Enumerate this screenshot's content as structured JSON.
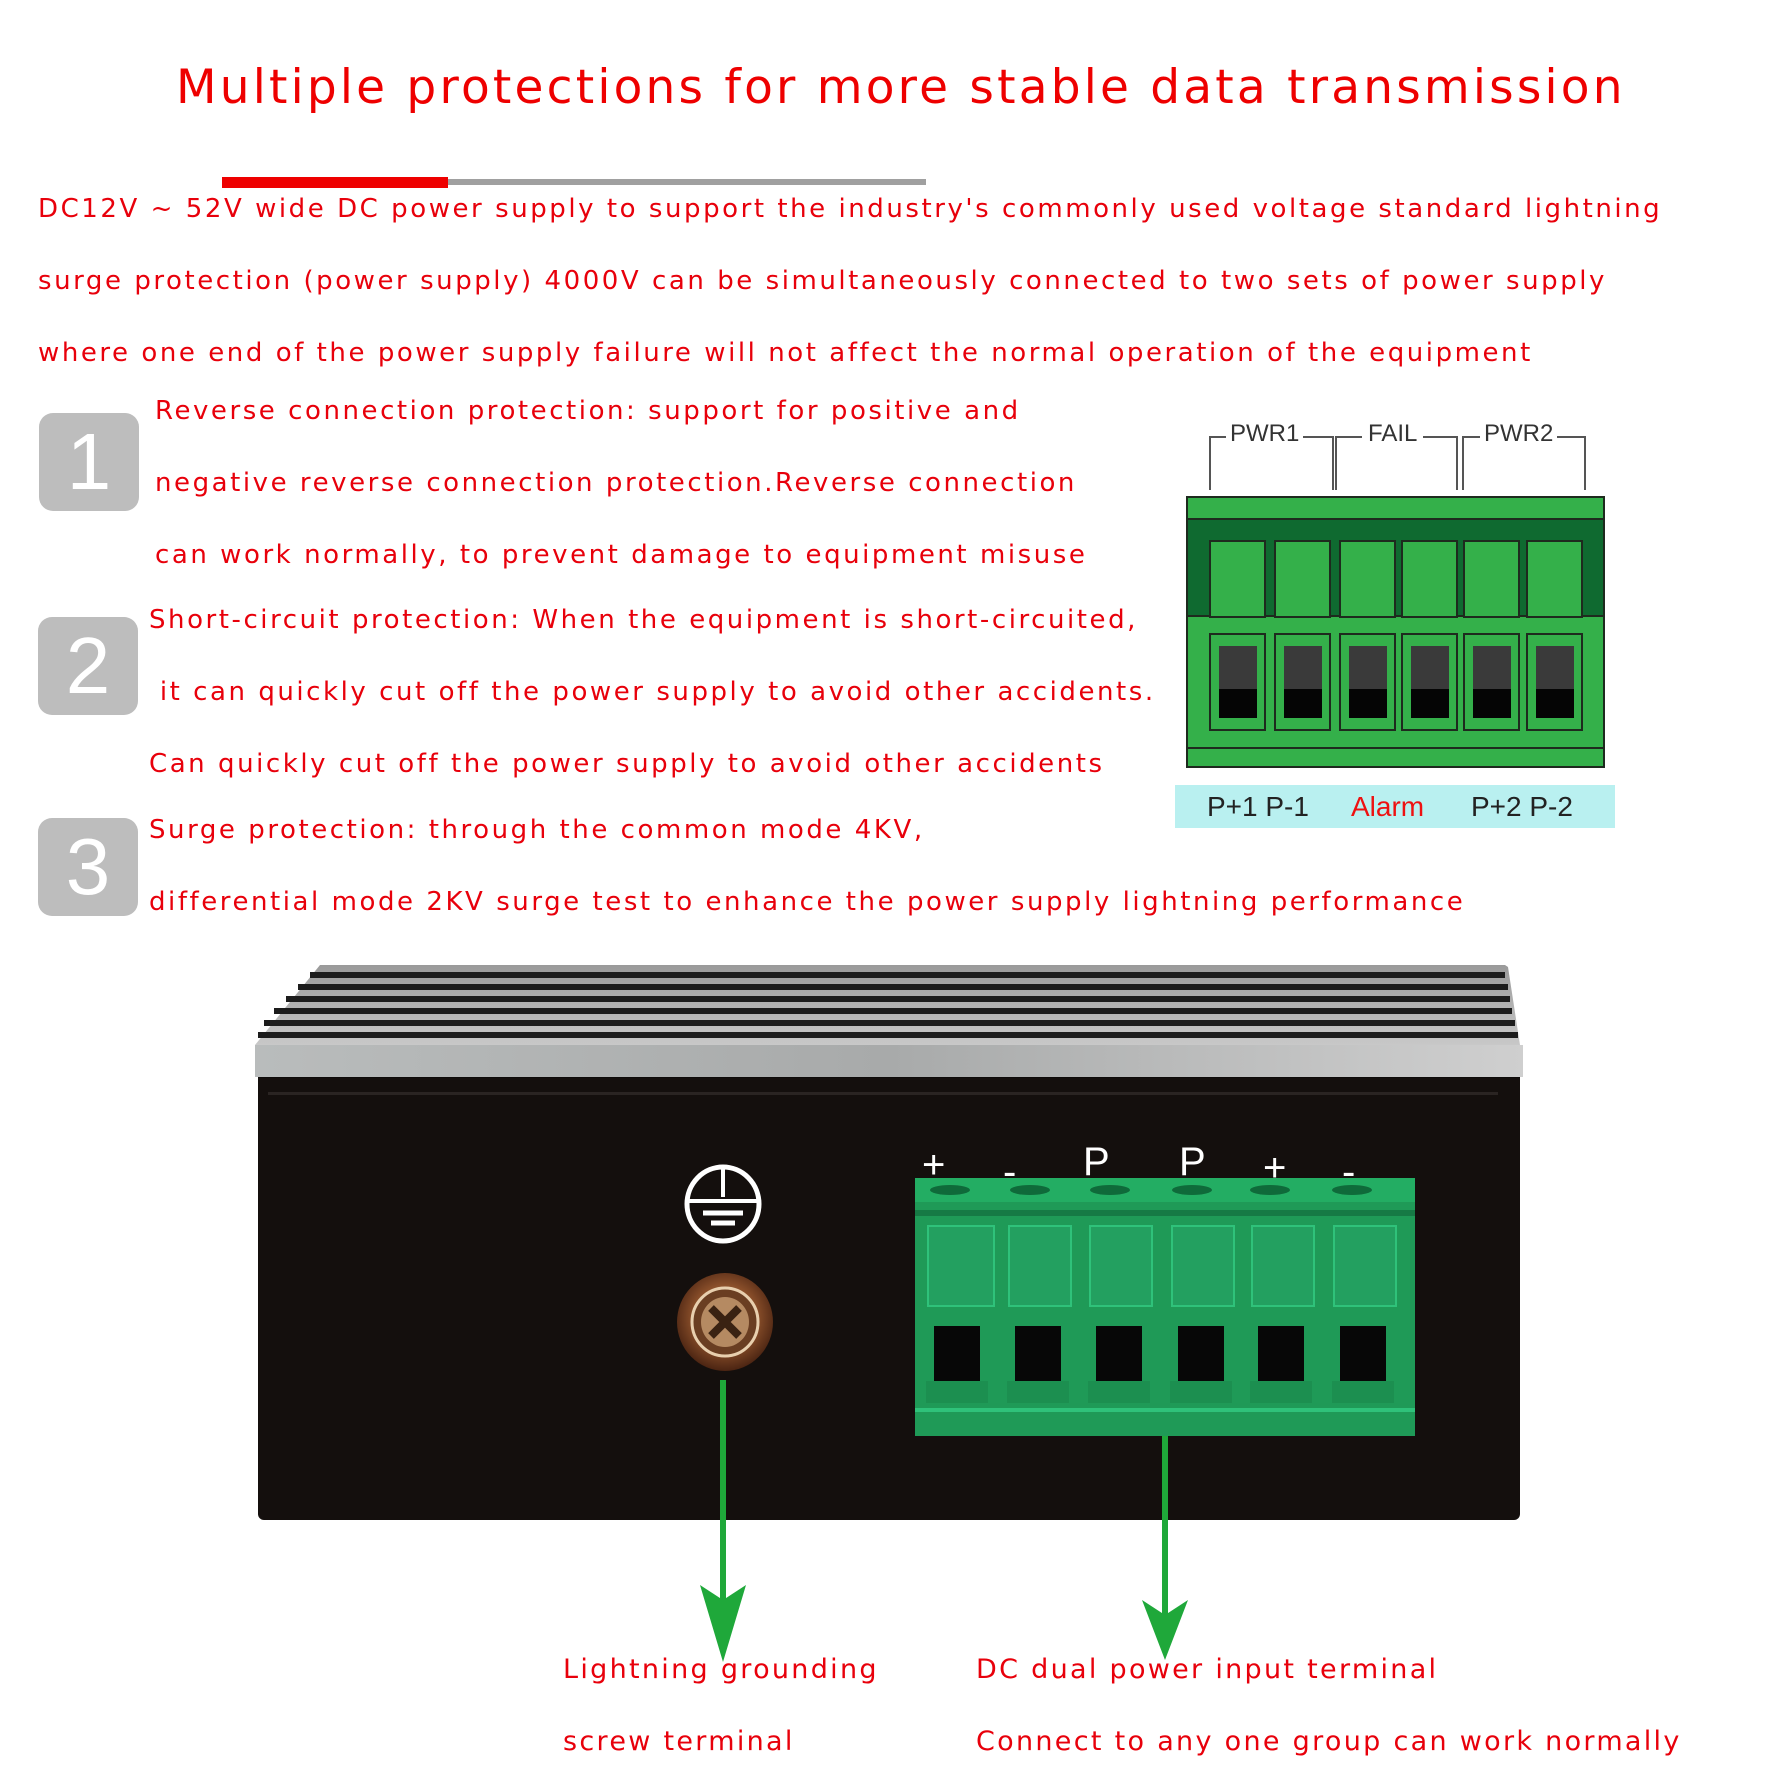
{
  "header": {
    "title": "Multiple protections for more stable data transmission",
    "accent_color": "#ee0000",
    "underline_secondary_color": "#a0a0a0"
  },
  "intro": {
    "lines": [
      "DC12V ~ 52V wide DC power supply to support the industry's commonly used voltage standard lightning",
      "surge protection (power supply) 4000V can be simultaneously connected to two sets of power supply",
      "where one end of the power supply failure will not affect the normal operation of the equipment"
    ]
  },
  "features": [
    {
      "number": "1",
      "lines": [
        "Reverse connection protection: support for positive and",
        "negative reverse connection protection.Reverse connection",
        "can work normally, to prevent damage to equipment misuse"
      ]
    },
    {
      "number": "2",
      "lines": [
        "Short-circuit protection: When the equipment is short-circuited,",
        " it can quickly cut off the power supply to avoid other accidents.",
        "Can quickly cut off the power supply to avoid other accidents"
      ]
    },
    {
      "number": "3",
      "lines": [
        "Surge protection: through the common mode 4KV,",
        "differential mode 2KV surge test to enhance the power supply lightning performance"
      ]
    }
  ],
  "terminal_diagram": {
    "groups": [
      "PWR1",
      "FAIL",
      "PWR2"
    ],
    "pin_labels": {
      "pwr1": "P+1 P-1",
      "alarm": "Alarm",
      "pwr2": "P+2 P-2"
    },
    "pin_count": 6,
    "colors": {
      "block": "#34b04a",
      "block_dark": "#0f6a30",
      "label_bar": "#b9f0f0"
    }
  },
  "device": {
    "pin_markings": [
      "+",
      "-",
      "P",
      "P",
      "+",
      "-"
    ],
    "ground_icon": "protective-earth-icon",
    "connector_color": "#1f9a57"
  },
  "callouts": [
    {
      "line1": "Lightning grounding",
      "line2": "screw terminal"
    },
    {
      "line1": "DC dual power input terminal",
      "line2": "Connect to any one group can work normally"
    }
  ],
  "arrow_color": "#1fa83a"
}
